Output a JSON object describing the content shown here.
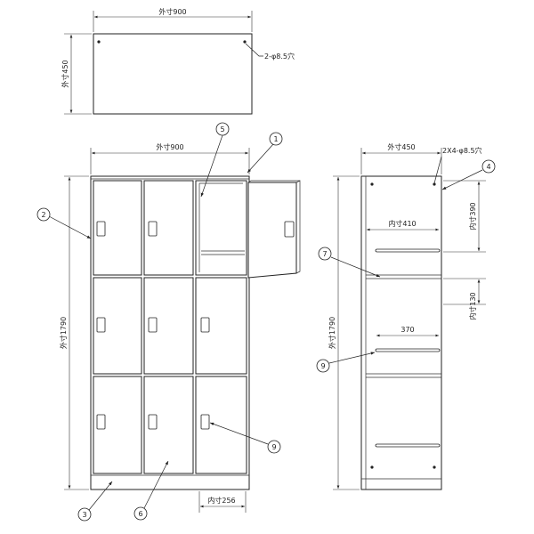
{
  "top_view": {
    "width_label": "外寸900",
    "depth_label": "外寸450",
    "hole_label": "2-φ8.5穴"
  },
  "front_view": {
    "width_label": "外寸900",
    "height_label": "外寸1790",
    "inner_width_label": "内寸256"
  },
  "side_view": {
    "depth_label": "外寸450",
    "hole_label": "2X4-φ8.5穴",
    "inner_width_label": "内寸410",
    "inner_height_label": "内寸390",
    "shelf_gap_label": "内寸130",
    "hook_width_label": "370",
    "height_label": "外寸1790"
  },
  "callouts": {
    "c1": "1",
    "c2": "2",
    "c3": "3",
    "c4": "4",
    "c5": "5",
    "c6": "6",
    "c7": "7",
    "c9a": "9",
    "c9b": "9"
  }
}
